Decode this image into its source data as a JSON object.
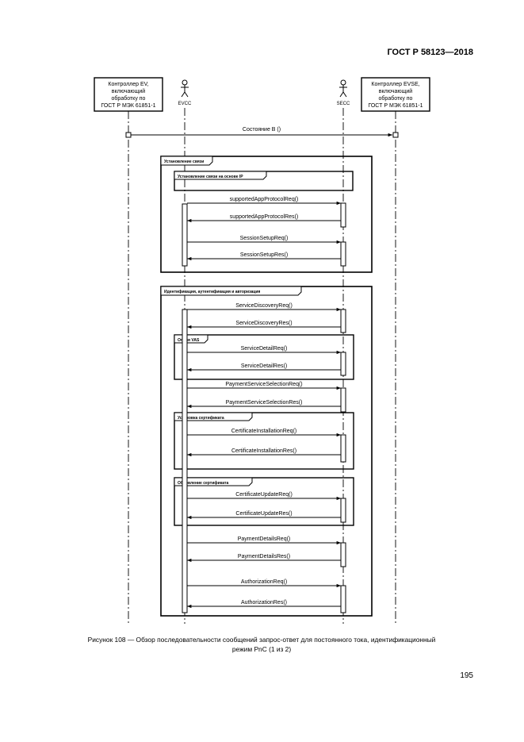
{
  "header": {
    "doc_id": "ГОСТ Р 58123—2018"
  },
  "actors": {
    "ev": {
      "lines": [
        "Контроллер EV,",
        "включающий",
        "обработку по",
        "ГОСТ Р МЭК 61851-1"
      ]
    },
    "evcc": {
      "label": "EVCC"
    },
    "secc": {
      "label": "SECC"
    },
    "evse": {
      "lines": [
        "Контроллер EVSE,",
        "включающий",
        "обработку по",
        "ГОСТ Р МЭК 61851-1"
      ]
    }
  },
  "state_message": "Состояние B ()",
  "groups": {
    "session_setup": "Установление связи",
    "ip_connection": "Установление связи на основе IP",
    "auth_block": "Идентификация, аутентификация и авторизация",
    "optional_vas": "Опция VAS",
    "cert_install": "Установка сертификата",
    "cert_update": "Обновление сертификата"
  },
  "messages": {
    "supported_req": "supportedAppProtocolReq()",
    "supported_res": "supportedAppProtocolRes()",
    "session_req": "SessionSetupReq()",
    "session_res": "SessionSetupRes()",
    "discovery_req": "ServiceDiscoveryReq()",
    "discovery_res": "ServiceDiscoveryRes()",
    "detail_req": "ServiceDetailReq()",
    "detail_res": "ServiceDetailRes()",
    "paysel_req": "PaymentServiceSelectionReq()",
    "paysel_res": "PaymentServiceSelectionRes()",
    "certinst_req": "CertificateInstallationReq()",
    "certinst_res": "CertificateInstallationRes()",
    "certupd_req": "CertificateUpdateReq()",
    "certupd_res": "CertificateUpdateRes()",
    "paydet_req": "PaymentDetailsReq()",
    "paydet_res": "PaymentDetailsRes()",
    "authz_req": "AuthorizationReq()",
    "authz_res": "AuthorizationRes()"
  },
  "caption": {
    "line1": "Рисунок 108 — Обзор последовательности сообщений запрос-ответ для постоянного тока, идентификационный",
    "line2": "режим PnC (1 из 2)"
  },
  "page_number": "195"
}
